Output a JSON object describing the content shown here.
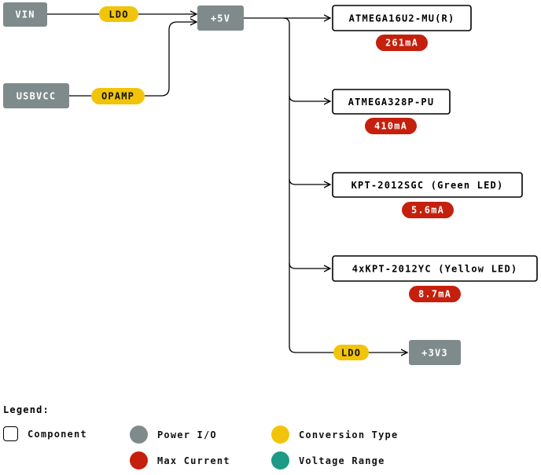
{
  "power_io": {
    "vin": "VIN",
    "usbvcc": "USBVCC",
    "plus5v": "+5V",
    "plus3v3": "+3V3"
  },
  "conversion": {
    "ldo_vin": "LDO",
    "opamp": "OPAMP",
    "ldo_3v3": "LDO"
  },
  "components": [
    {
      "name": "ATMEGA16U2-MU(R)",
      "current": "261mA"
    },
    {
      "name": "ATMEGA328P-PU",
      "current": "410mA"
    },
    {
      "name": "KPT-2012SGC (Green LED)",
      "current": "5.6mA"
    },
    {
      "name": "4xKPT-2012YC (Yellow LED)",
      "current": "8.7mA"
    }
  ],
  "legend": {
    "title": "Legend:",
    "component": "Component",
    "power_io": "Power I/O",
    "conversion_type": "Conversion Type",
    "max_current": "Max Current",
    "voltage_range": "Voltage Range"
  },
  "colors": {
    "power_io": "#7f8b8b",
    "conversion_type": "#f2c409",
    "max_current": "#c4200d",
    "voltage_range": "#1c9a86"
  }
}
